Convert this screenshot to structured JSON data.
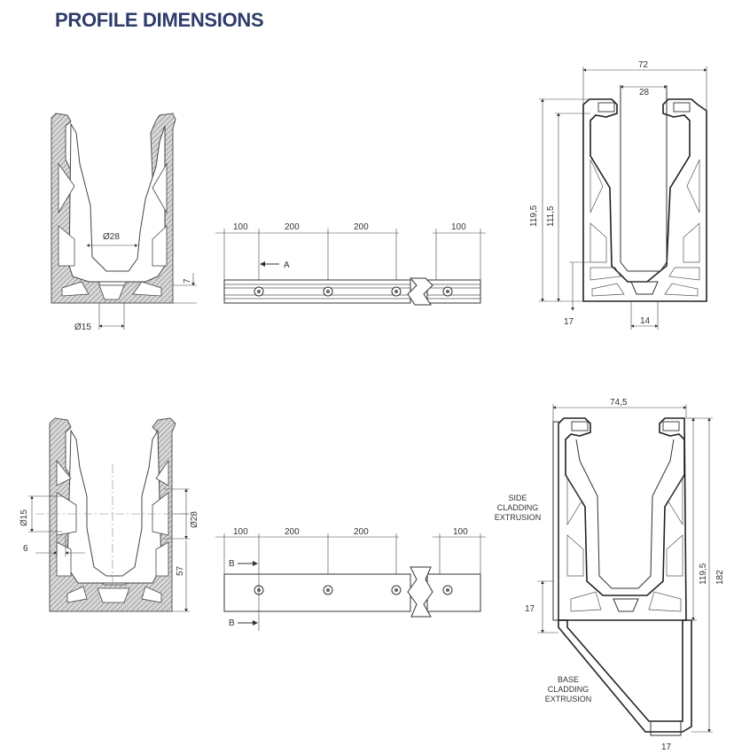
{
  "title": "PROFILE DIMENSIONS",
  "top": {
    "section": {
      "d28": "Ø28",
      "d15": "Ø15",
      "h7": "7"
    },
    "holes": {
      "d100a": "100",
      "d200a": "200",
      "d200b": "200",
      "d100b": "100",
      "markA": "A"
    },
    "cross": {
      "w72": "72",
      "w28": "28",
      "h119": "119,5",
      "h111": "111,5",
      "b17": "17",
      "b14": "14"
    }
  },
  "bottom": {
    "section": {
      "d15": "Ø15",
      "d28": "Ø28",
      "h6": "6",
      "h57": "57"
    },
    "holes": {
      "d100a": "100",
      "d200a": "200",
      "d200b": "200",
      "d100b": "100",
      "markB1": "B",
      "markB2": "B"
    },
    "cross": {
      "w745": "74,5",
      "h119": "119,5",
      "h182": "182",
      "s17": "17",
      "b17": "17",
      "side": [
        "SIDE",
        "CLADDING",
        "EXTRUSION"
      ],
      "base": [
        "BASE",
        "CLADDING",
        "EXTRUSION"
      ]
    }
  }
}
